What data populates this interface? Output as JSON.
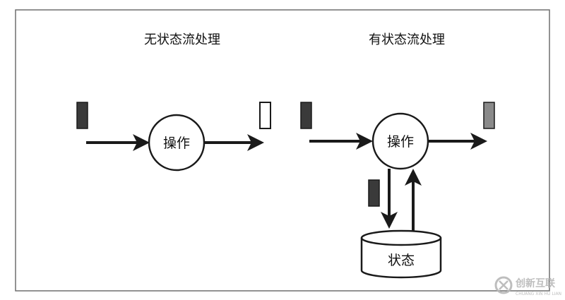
{
  "diagram": {
    "stateless": {
      "title": "无状态流处理",
      "operator_label": "操作"
    },
    "stateful": {
      "title": "有状态流处理",
      "operator_label": "操作",
      "state_label": "状态"
    }
  },
  "watermark": {
    "name": "创新互联",
    "pinyin": "CHUANG XIN HU LIAN"
  },
  "colors": {
    "frame": "#6f6f6f",
    "stroke": "#1a1a1a",
    "event_dark": "#3a3a3a",
    "event_empty": "#ffffff",
    "event_gray": "#8a8a8a",
    "watermark": "#b8b8b8"
  }
}
